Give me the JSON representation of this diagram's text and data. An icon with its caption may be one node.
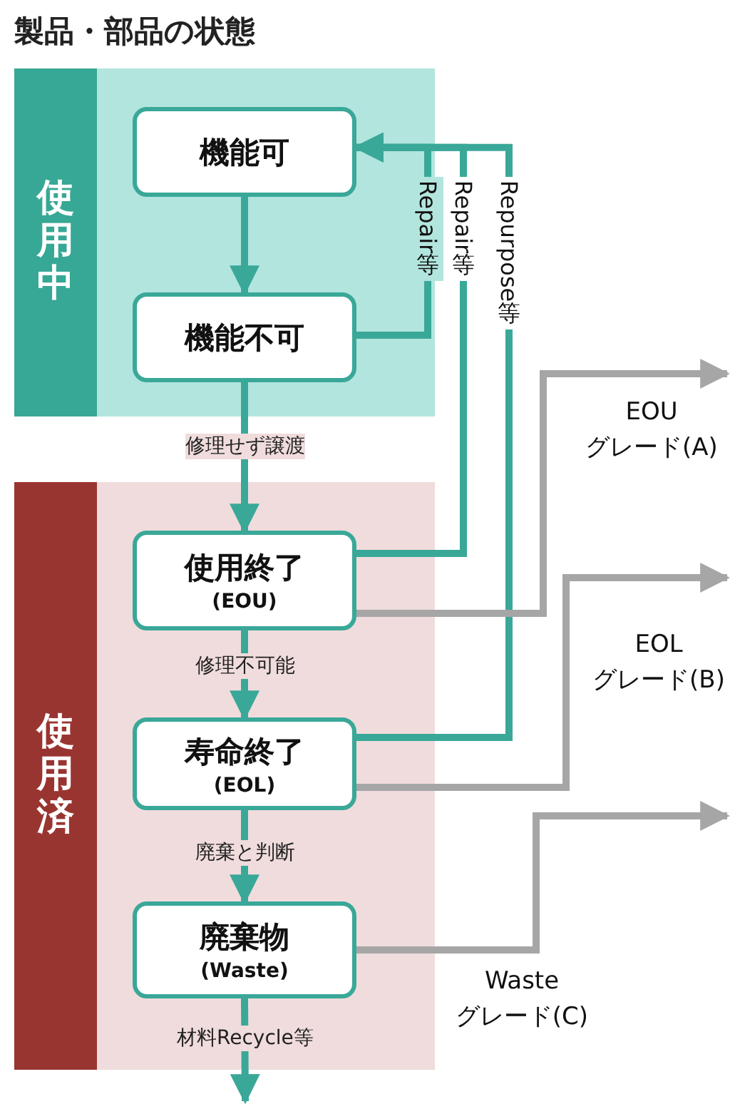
{
  "diagram": {
    "title": "製品・部品の状態",
    "nodes": [
      {
        "text": [
          "使用中"
        ]
      },
      {
        "text": [
          "機能可"
        ],
        "in": 0
      },
      {
        "text": [
          "機能不可"
        ],
        "in": 0
      },
      {
        "text": [
          "使用済"
        ]
      },
      {
        "text": [
          "使用終了",
          "(EOU)"
        ],
        "in": 3
      },
      {
        "text": [
          "寿命終了",
          "(EOL)"
        ],
        "in": 3
      },
      {
        "text": [
          "廃棄物",
          "(Waste)"
        ],
        "in": 3
      }
    ],
    "edges": [
      {
        "from": 1,
        "to": 2,
        "arrow": "to"
      },
      {
        "from": 2,
        "to": 1,
        "arrow": "to",
        "label": "Repair 等"
      },
      {
        "from": 4,
        "to": 1,
        "arrow": "to",
        "label": "Repair 等"
      },
      {
        "from": 5,
        "to": 1,
        "arrow": "to",
        "label": "Repurpose 等"
      },
      {
        "from": 2,
        "to": 4,
        "arrow": "to",
        "label": "修理せず譲渡"
      },
      {
        "from": 4,
        "to": 5,
        "arrow": "to",
        "label": "修理不可能"
      },
      {
        "from": 5,
        "to": 6,
        "arrow": "to",
        "label": "廃棄と判断"
      },
      {
        "from": 6,
        "to": null,
        "arrow": "to",
        "label": "材料Recycle等"
      },
      {
        "from": 4,
        "to": null,
        "arrow": "to",
        "label": "EOU グレード(A)",
        "color": "#a6a6a6"
      },
      {
        "from": 5,
        "to": null,
        "arrow": "to",
        "label": "EOL グレード(B)",
        "color": "#a6a6a6"
      },
      {
        "from": 6,
        "to": null,
        "arrow": "to",
        "label": "Waste グレード(C)",
        "color": "#a6a6a6"
      }
    ]
  }
}
